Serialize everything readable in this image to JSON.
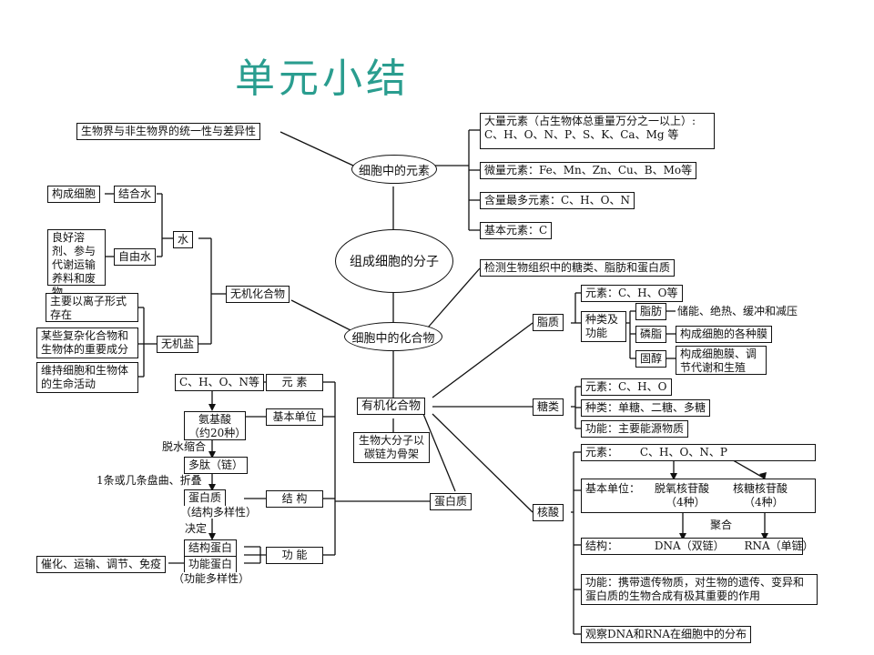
{
  "title": "单元小结",
  "elements": {
    "center": "组成细胞的分子",
    "node": "细胞中的元素",
    "unity": "生物界与非生物界的统一性与差异性",
    "macro_line1": "大量元素（占生物体总重量万分之一以上）:",
    "macro_line2": "C、H、O、N、P、S、K、Ca、Mg 等",
    "micro": "微量元素：Fe、Mn、Zn、Cu、B、Mo等",
    "most": "含量最多元素：C、H、O、N",
    "basic": "基本元素：C"
  },
  "compounds": {
    "node": "细胞中的化合物",
    "detect": "检测生物组织中的糖类、脂肪和蛋白质",
    "inorganic": "无机化合物",
    "organic": "有机化合物",
    "macromol": "生物大分子以碳链为骨架"
  },
  "water": {
    "node": "水",
    "bound": "结合水",
    "bound_fn": "构成细胞",
    "free": "自由水",
    "free_fn": "良好溶剂、参与代谢运输养料和废物"
  },
  "salt": {
    "node": "无机盐",
    "fn1": "主要以离子形式存在",
    "fn2": "某些复杂化合物和生物体的重要成分",
    "fn3": "维持细胞和生物体的生命活动"
  },
  "lipid": {
    "node": "脂质",
    "elements": "元素：C、H、O等",
    "kinds": "种类及功能",
    "fat": "脂肪",
    "fat_fn": "储能、绝热、缓冲和减压",
    "phospho": "磷脂",
    "phospho_fn": "构成细胞的各种膜",
    "sterol": "固醇",
    "sterol_fn": "构成细胞膜、调节代谢和生殖"
  },
  "sugar": {
    "node": "糖类",
    "elements": "元素：C、H、O",
    "kinds": "种类：单糖、二糖、多糖",
    "fn": "功能：主要能源物质"
  },
  "nucleic": {
    "node": "核酸",
    "elements_label": "元素：",
    "elements": "C、H、O、N、P",
    "unit_label": "基本单位：",
    "dna_unit": "脱氧核苷酸",
    "dna_count": "（4种）",
    "rna_unit": "核糖核苷酸",
    "rna_count": "（4种）",
    "polymer": "聚合",
    "structure_label": "结构：",
    "dna": "DNA（双链）",
    "rna": "RNA（单链）",
    "fn": "功能：携带遗传物质，对生物的遗传、变异和蛋白质的生物合成有极其重要的作用",
    "observe": "观察DNA和RNA在细胞中的分布"
  },
  "protein": {
    "node": "蛋白质",
    "el_label": "元  素",
    "el": "C、H、O、N等",
    "unit_label": "基本单位",
    "amino": "氨基酸（约20种）",
    "dehydrate": "脱水缩合",
    "peptide": "多肽（链）",
    "fold": "1条或几条盘曲、折叠",
    "struct_label": "结  构",
    "protein": "蛋白质",
    "struct_div": "（结构多样性）",
    "decide": "决定",
    "struct_protein": "结构蛋白",
    "func_protein": "功能蛋白",
    "func_label": "功  能",
    "func_div": "（功能多样性）",
    "func_list": "催化、运输、调节、免疫"
  }
}
